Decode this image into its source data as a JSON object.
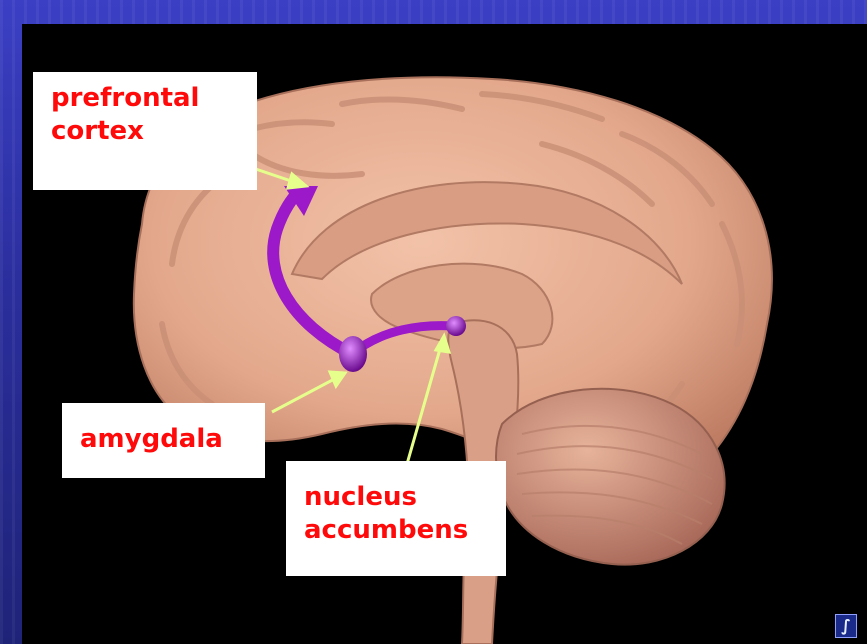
{
  "labels": {
    "prefrontal": {
      "line1": "prefrontal",
      "line2": "cortex"
    },
    "amygdala": "amygdala",
    "nucleus": {
      "line1": "nucleus",
      "line2": "accumbens"
    }
  },
  "colors": {
    "label_text": "#ff0a0a",
    "label_box": "#ffffff",
    "brain": "#e9b097",
    "pathway": "#9b19c8",
    "pointer": "#e6ff8c",
    "background": "#000000",
    "slide": "#2f34b0"
  },
  "icons": {
    "corner_logo": "logo-icon"
  }
}
